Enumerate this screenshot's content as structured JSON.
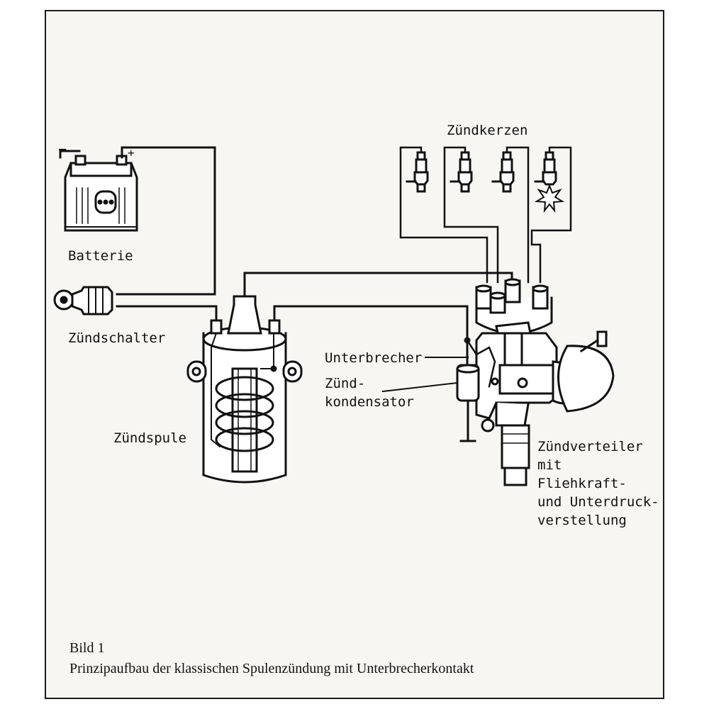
{
  "labels": {
    "batterie": "Batterie",
    "zuendschalter": "Zündschalter",
    "zuendspule": "Zündspule",
    "zuendkerzen": "Zündkerzen",
    "unterbrecher": "Unterbrecher",
    "zuendkondensator": [
      "Zünd-",
      "kondensator"
    ],
    "zuendverteiler": [
      "Zündverteiler",
      "mit",
      "Fliehkraft-",
      "und Unterdruck-",
      "verstellung"
    ]
  },
  "battery_terminals": {
    "minus": "−",
    "plus": "+"
  },
  "caption": {
    "number": "Bild 1",
    "text": "Prinzipaufbau der klassischen Spulenzündung mit Unterbrecherkontakt"
  }
}
